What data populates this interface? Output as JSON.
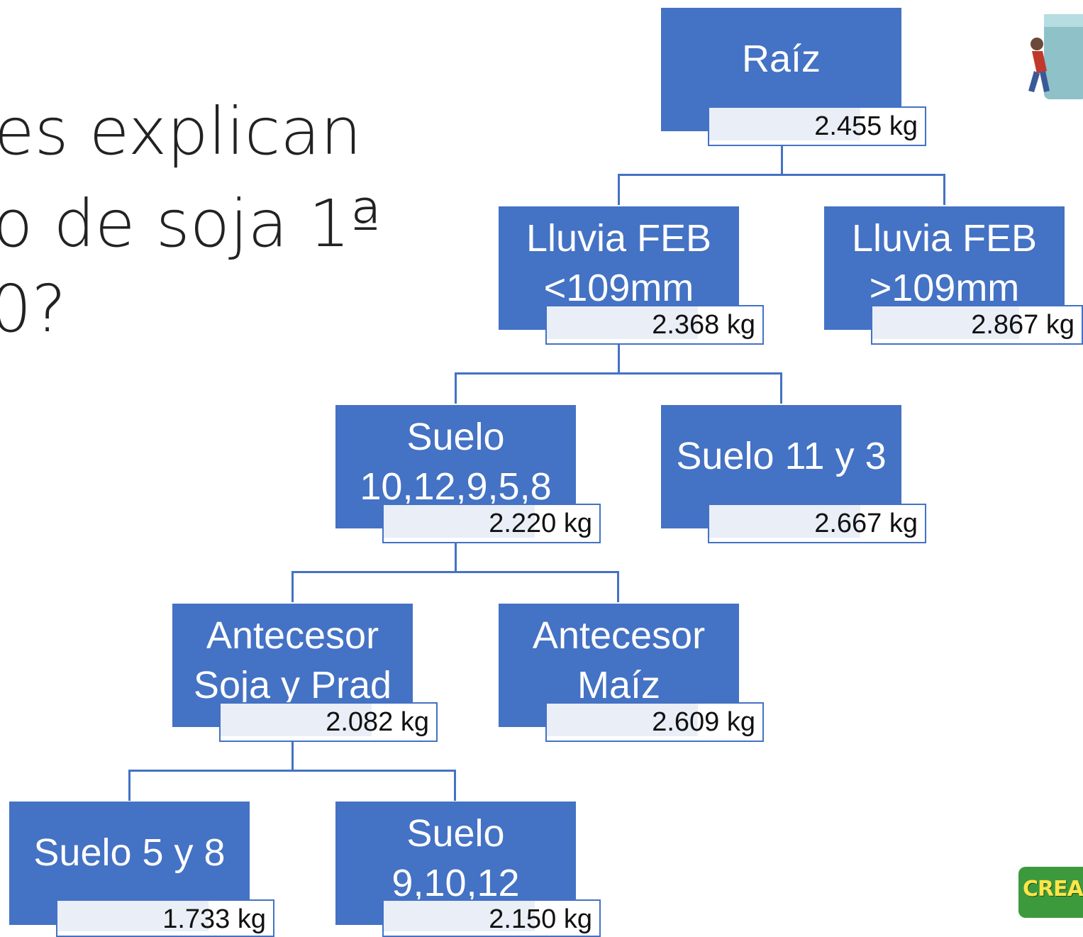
{
  "title": {
    "line1": "es explican",
    "line2": "o de soja 1ª",
    "line3": "0?"
  },
  "tree": {
    "root": {
      "label": "Raíz",
      "value": "2.455 kg"
    },
    "n_lluvia_low": {
      "label": "Lluvia FEB\n<109mm",
      "value": "2.368 kg"
    },
    "n_lluvia_high": {
      "label": "Lluvia FEB\n>109mm",
      "value": "2.867 kg"
    },
    "n_suelo_10": {
      "label": "Suelo\n10,12,9,5,8",
      "value": "2.220 kg"
    },
    "n_suelo_11": {
      "label": "Suelo 11 y 3",
      "value": "2.667 kg"
    },
    "n_ant_soja": {
      "label": "Antecesor\nSoja y Prad",
      "value": "2.082 kg"
    },
    "n_ant_maiz": {
      "label": "Antecesor\nMaíz",
      "value": "2.609 kg"
    },
    "n_suelo_5": {
      "label": "Suelo 5 y 8",
      "value": "1.733 kg"
    },
    "n_suelo_9": {
      "label": "Suelo\n9,10,12",
      "value": "2.150 kg"
    }
  },
  "logo": {
    "text": "CREA"
  },
  "colors": {
    "node": "#4472c4",
    "value_fill": "#e9eef7"
  }
}
